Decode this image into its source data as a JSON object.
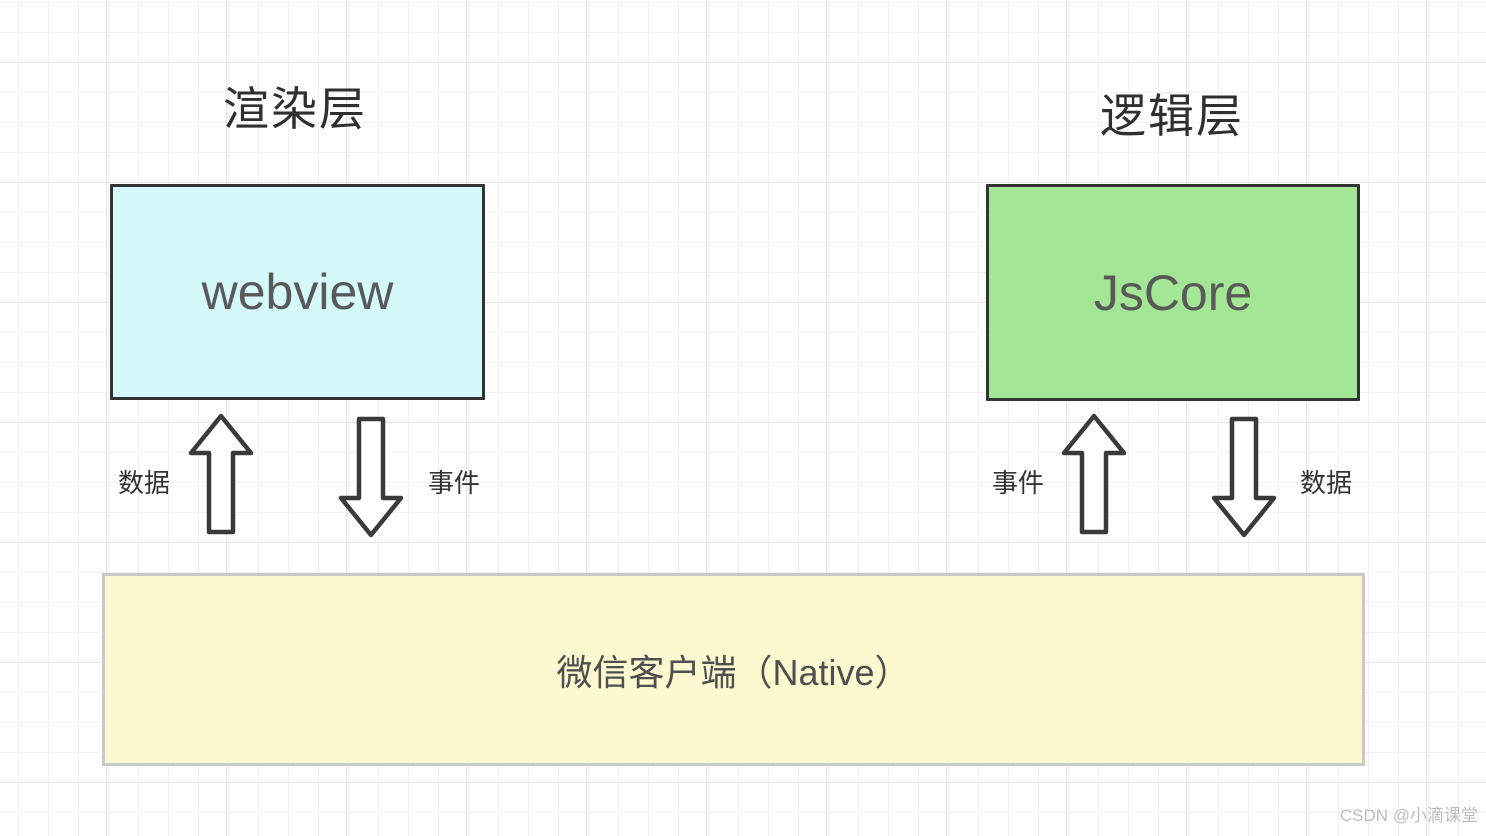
{
  "diagram": {
    "render_layer": {
      "title": "渲染层",
      "box_label": "webview"
    },
    "logic_layer": {
      "title": "逻辑层",
      "box_label": "JsCore"
    },
    "native_layer": {
      "box_label": "微信客户端（Native）"
    },
    "left_flow": {
      "up_arrow_label": "数据",
      "down_arrow_label": "事件"
    },
    "right_flow": {
      "up_arrow_label": "事件",
      "down_arrow_label": "数据"
    },
    "watermark": "CSDN @小滴课堂"
  },
  "colors": {
    "webview_fill": "#d5f8fa",
    "jscore_fill": "#a3e796",
    "native_fill": "#fcf8d0",
    "box_border": "#333333",
    "native_border": "#c9c9c9",
    "arrow_stroke": "#3a3a3a",
    "title_color": "#2f2f2f",
    "box_text": "#595959",
    "native_text": "#4f4f4f",
    "label_color": "#333333",
    "grid_minor": "#f1f1f2",
    "grid_major": "#e3e3e5",
    "watermark_color": "#b9bdc3"
  }
}
